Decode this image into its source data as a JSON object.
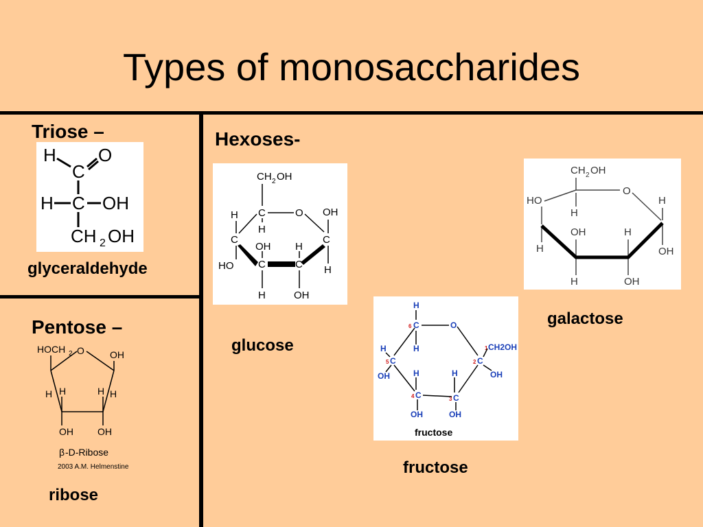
{
  "slide": {
    "title": "Types of monosaccharides"
  },
  "triose": {
    "heading": "Triose –",
    "label": "glyceraldehyde",
    "atoms": {
      "h1": "H",
      "c1": "C",
      "o": "O",
      "h2": "H",
      "c2": "C",
      "oh": "OH",
      "c3": "CH",
      "c3sub": "2",
      "c3oh": "OH"
    }
  },
  "pentose": {
    "heading": "Pentose –",
    "label": "ribose",
    "atoms": {
      "hoch": "HOCH",
      "hochsub": "2",
      "o": "O",
      "oh1": "OH",
      "h1": "H",
      "h2": "H",
      "h3": "H",
      "h4": "H",
      "oh2": "OH",
      "oh3": "OH"
    },
    "caption": "-D-Ribose",
    "caption_prefix": "β",
    "credit": "2003 A.M. Helmenstine"
  },
  "hexoses": {
    "heading": "Hexoses-",
    "glucose": {
      "label": "glucose",
      "atoms": {
        "ch2oh": "CH",
        "ch2sub": "2",
        "ch2end": "OH",
        "c_top": "C",
        "o": "O",
        "oh_r": "OH",
        "h_tl": "H",
        "h_c5": "H",
        "c_left": "C",
        "c_right": "C",
        "oh_mid": "OH",
        "h_mid": "H",
        "ho_left": "HO",
        "c_bl": "C",
        "c_br": "C",
        "h_right": "H",
        "h_bl": "H",
        "oh_b": "OH"
      }
    },
    "fructose": {
      "label": "fructose",
      "caption": "fructose",
      "atoms": {
        "h_top": "H",
        "c6": "C",
        "n6": "6",
        "o": "O",
        "h_l1": "H",
        "h_l2": "H",
        "c5": "C",
        "n5": "5",
        "c1": "C",
        "n1": "1",
        "ch2oh": "CH2OH",
        "c2": "C",
        "n2": "2",
        "oh_l": "OH",
        "oh_r": "OH",
        "h_4": "H",
        "h_3": "H",
        "c4": "C",
        "n4": "4",
        "c3": "C",
        "n3": "3",
        "oh_4": "OH",
        "oh_3": "OH"
      }
    },
    "galactose": {
      "label": "galactose",
      "atoms": {
        "ch2oh": "CH",
        "ch2sub": "2",
        "ch2end": "OH",
        "o": "O",
        "ho": "HO",
        "h_r": "H",
        "h_top": "H",
        "oh_m": "OH",
        "h_m": "H",
        "h_l": "H",
        "oh_r": "OH",
        "h_b": "H",
        "oh_b": "OH"
      }
    },
    "colors": {
      "blue": "#1a3fb8",
      "red": "#d01818",
      "black": "#000000"
    }
  }
}
